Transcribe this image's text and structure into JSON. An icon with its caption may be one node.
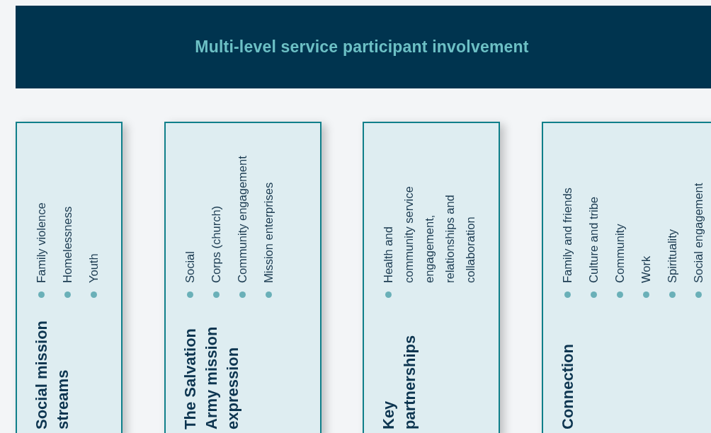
{
  "diagram": {
    "nodes": [
      {
        "text": [
          "Multi-level service participant involvement"
        ]
      },
      {
        "text": [
          "Social mission streams",
          "Family violence",
          "Homelessness",
          "Youth"
        ]
      },
      {
        "text": [
          "The Salvation Army mission expression",
          "Social",
          "Corps (church)",
          "Community engagement",
          "Mission enterprises"
        ]
      },
      {
        "text": [
          "Key partnerships",
          "Health and community service engagement, relationships and collaboration"
        ]
      },
      {
        "text": [
          "Connection",
          "Family and friends",
          "Culture and tribe",
          "Community",
          "Work",
          "Spirituality",
          "Social engagement"
        ]
      }
    ]
  }
}
